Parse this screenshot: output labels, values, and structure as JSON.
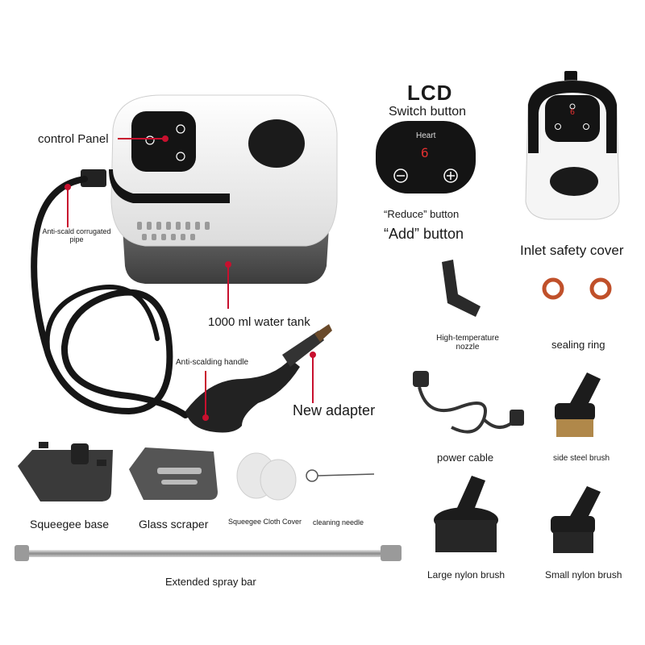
{
  "labels": {
    "control_panel": "control Panel",
    "lcd": "LCD",
    "switch_button": "Switch button",
    "heart": "Heart",
    "display_digit": "6",
    "reduce_button": "“Reduce” button",
    "add_button": "“Add” button",
    "inlet_safety_cover": "Inlet safety cover",
    "anti_scald_pipe_line1": "Anti-scald corrugated",
    "anti_scald_pipe_line2": "pipe",
    "water_tank": "1000 ml water tank",
    "high_temp_nozzle_line1": "High-temperature",
    "high_temp_nozzle_line2": "nozzle",
    "sealing_ring": "sealing ring",
    "anti_scalding_handle": "Anti-scalding handle",
    "new_adapter": "New adapter",
    "power_cable": "power cable",
    "side_steel_brush": "side steel brush",
    "squeegee_base": "Squeegee base",
    "glass_scraper": "Glass scraper",
    "squeegee_cloth_cover": "Squeegee Cloth Cover",
    "cleaning_needle": "cleaning needle",
    "large_nylon_brush": "Large nylon brush",
    "small_nylon_brush": "Small nylon brush",
    "extended_spray_bar": "Extended spray bar"
  },
  "colors": {
    "annotation_red": "#c8102e",
    "body_white": "#f4f4f4",
    "panel_black": "#141414",
    "tank_gray": "#5e5e5e",
    "ring_orange": "#c0502a"
  },
  "icons": [
    "power-icon",
    "plus-icon",
    "minus-icon"
  ]
}
